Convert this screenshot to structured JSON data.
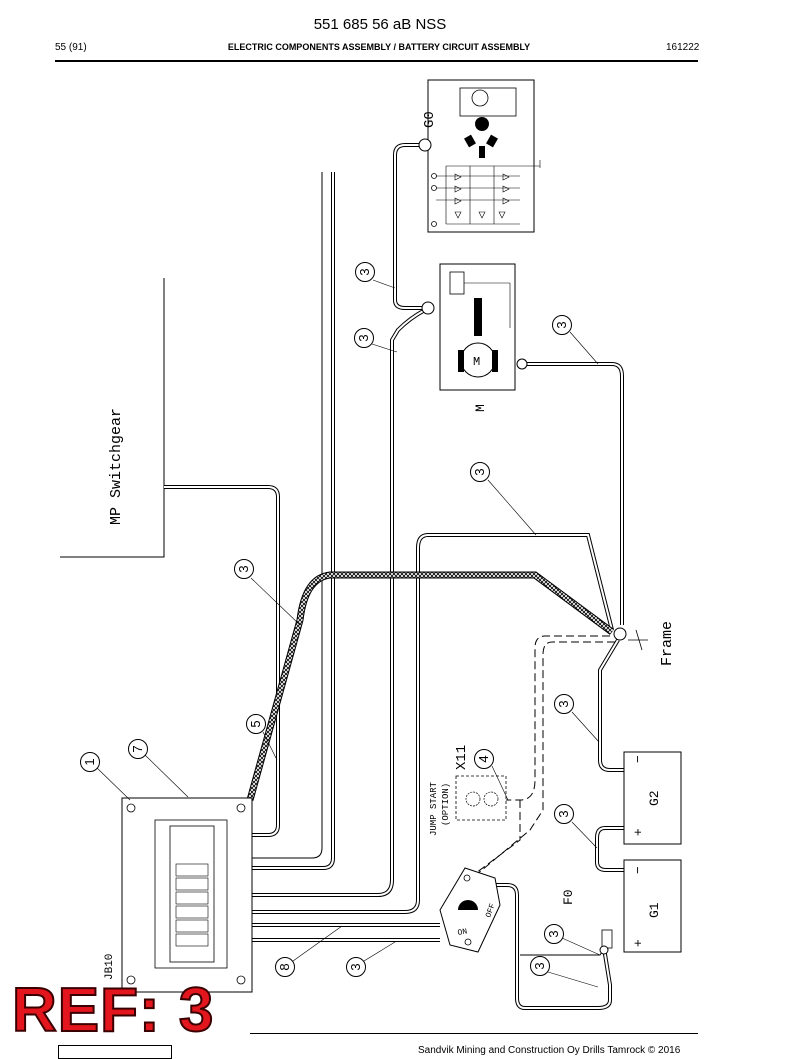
{
  "header": {
    "doc_number": "551 685 56 aB NSS",
    "page_ref": "55 (91)",
    "title": "ELECTRIC COMPONENTS ASSEMBLY / BATTERY CIRCUIT ASSEMBLY",
    "date_code": "161222"
  },
  "footer": {
    "copyright": "Sandvik Mining and Construction Oy Drills Tamrock © 2016"
  },
  "stamp": {
    "text": "REF: 3",
    "color": "#e3161d"
  },
  "labels": {
    "mp_switchgear": "MP Switchgear",
    "g0": "G0",
    "motor": "M",
    "motor_symbol": "M",
    "frame": "Frame",
    "jump_start_1": "JUMP START",
    "jump_start_2": "(OPTION)",
    "x11": "X11",
    "g1": "G1",
    "g2": "G2",
    "f0": "F0",
    "jb10": "JB10",
    "minus": "−",
    "plus": "+",
    "relay_off": "OFF",
    "relay_on": "ON"
  },
  "callouts": {
    "c1": "1",
    "c7": "7",
    "c5": "5",
    "c4": "4",
    "c8": "8",
    "c3a": "3",
    "c3b": "3",
    "c3c": "3",
    "c3d": "3",
    "c3e": "3",
    "c3f": "3",
    "c3g": "3",
    "c3h": "3",
    "c3i": "3",
    "c3j": "3"
  }
}
